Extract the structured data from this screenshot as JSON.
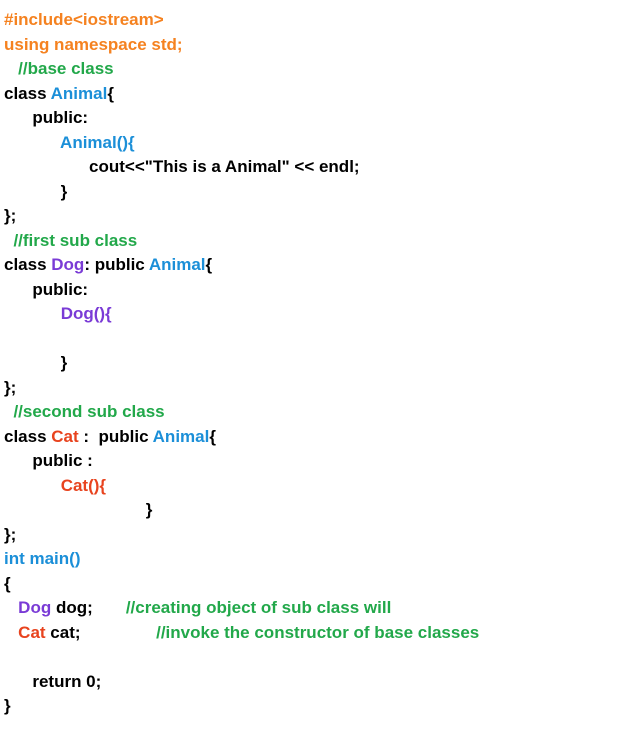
{
  "colors": {
    "orange": "#F58220",
    "green": "#22A84A",
    "blue": "#1B8FD8",
    "black": "#000000",
    "purple": "#7A3BD6",
    "red": "#E8431E"
  },
  "lines": [
    {
      "segments": [
        {
          "text": "#include<iostream>",
          "color": "orange"
        }
      ]
    },
    {
      "segments": [
        {
          "text": "using namespace std;",
          "color": "orange"
        }
      ]
    },
    {
      "segments": [
        {
          "text": "   //base class",
          "color": "green"
        }
      ]
    },
    {
      "segments": [
        {
          "text": "class ",
          "color": "black"
        },
        {
          "text": "Animal",
          "color": "blue"
        },
        {
          "text": "{",
          "color": "black"
        }
      ]
    },
    {
      "segments": [
        {
          "text": "      public:",
          "color": "black"
        }
      ]
    },
    {
      "segments": [
        {
          "text": "            ",
          "color": "black"
        },
        {
          "text": "Animal(){",
          "color": "blue"
        }
      ]
    },
    {
      "segments": [
        {
          "text": "                  cout<<\"This is a Animal\" << endl;",
          "color": "black"
        }
      ]
    },
    {
      "segments": [
        {
          "text": "            }",
          "color": "black"
        }
      ]
    },
    {
      "segments": [
        {
          "text": "};",
          "color": "black"
        }
      ]
    },
    {
      "segments": [
        {
          "text": "  //first sub class",
          "color": "green"
        }
      ]
    },
    {
      "segments": [
        {
          "text": "class ",
          "color": "black"
        },
        {
          "text": "Dog",
          "color": "purple"
        },
        {
          "text": ": public ",
          "color": "black"
        },
        {
          "text": "Animal",
          "color": "blue"
        },
        {
          "text": "{",
          "color": "black"
        }
      ]
    },
    {
      "segments": [
        {
          "text": "      public:",
          "color": "black"
        }
      ]
    },
    {
      "segments": [
        {
          "text": "            ",
          "color": "black"
        },
        {
          "text": "Dog(){",
          "color": "purple"
        }
      ]
    },
    {
      "segments": [
        {
          "text": "",
          "color": "black"
        }
      ]
    },
    {
      "segments": [
        {
          "text": "            }",
          "color": "black"
        }
      ]
    },
    {
      "segments": [
        {
          "text": "};",
          "color": "black"
        }
      ]
    },
    {
      "segments": [
        {
          "text": "  //second sub class",
          "color": "green"
        }
      ]
    },
    {
      "segments": [
        {
          "text": "class ",
          "color": "black"
        },
        {
          "text": "Cat",
          "color": "red"
        },
        {
          "text": " :  public ",
          "color": "black"
        },
        {
          "text": "Animal",
          "color": "blue"
        },
        {
          "text": "{",
          "color": "black"
        }
      ]
    },
    {
      "segments": [
        {
          "text": "      public :",
          "color": "black"
        }
      ]
    },
    {
      "segments": [
        {
          "text": "            ",
          "color": "black"
        },
        {
          "text": "Cat(){",
          "color": "red"
        }
      ]
    },
    {
      "segments": [
        {
          "text": "                              }",
          "color": "black"
        }
      ]
    },
    {
      "segments": [
        {
          "text": "};",
          "color": "black"
        }
      ]
    },
    {
      "segments": [
        {
          "text": "int main()",
          "color": "blue"
        }
      ]
    },
    {
      "segments": [
        {
          "text": "{",
          "color": "black"
        }
      ]
    },
    {
      "segments": [
        {
          "text": "   ",
          "color": "black"
        },
        {
          "text": "Dog",
          "color": "purple"
        },
        {
          "text": " dog;       ",
          "color": "black"
        },
        {
          "text": "//creating object of sub class will",
          "color": "green"
        }
      ]
    },
    {
      "segments": [
        {
          "text": "   ",
          "color": "black"
        },
        {
          "text": "Cat",
          "color": "red"
        },
        {
          "text": " cat;                ",
          "color": "black"
        },
        {
          "text": "//invoke the constructor of base classes",
          "color": "green"
        }
      ]
    },
    {
      "segments": [
        {
          "text": "",
          "color": "black"
        }
      ]
    },
    {
      "segments": [
        {
          "text": "      return 0;",
          "color": "black"
        }
      ]
    },
    {
      "segments": [
        {
          "text": "}",
          "color": "black"
        }
      ]
    }
  ]
}
